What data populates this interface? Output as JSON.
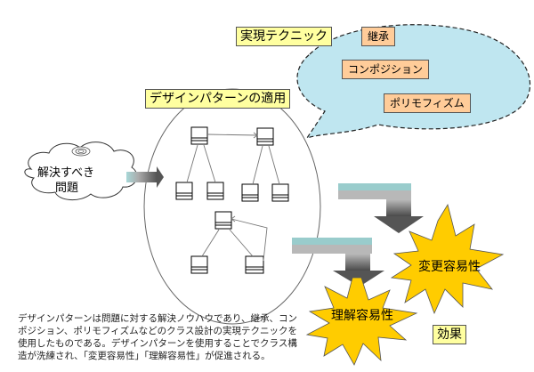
{
  "technique_title": "実現テクニック",
  "techniques": [
    "継承",
    "コンポジション",
    "ポリモフィズム"
  ],
  "pattern_title": "デザインパターンの適用",
  "problem_cloud": {
    "line1": "解決すべき",
    "line2": "問題"
  },
  "effects": [
    "変更容易性",
    "理解容易性"
  ],
  "effect_label": "効果",
  "description": "デザインパターンは問題に対する解決ノウハウであり、継承、コンポジション、ポリモフィズムなどのクラス設計の実現テクニックを使用したものである。デザインパターンを使用することでクラス構造が洗練され、「変更容易性」「理解容易性」が促進される。",
  "colors": {
    "speech_bubble": "#bfe6f0",
    "technique_box": "#ffcc99",
    "title_box": "#ffffa0",
    "starburst": "#ffcc00",
    "arrow_top": "#99cccc",
    "arrow_bottom": "#555555"
  }
}
